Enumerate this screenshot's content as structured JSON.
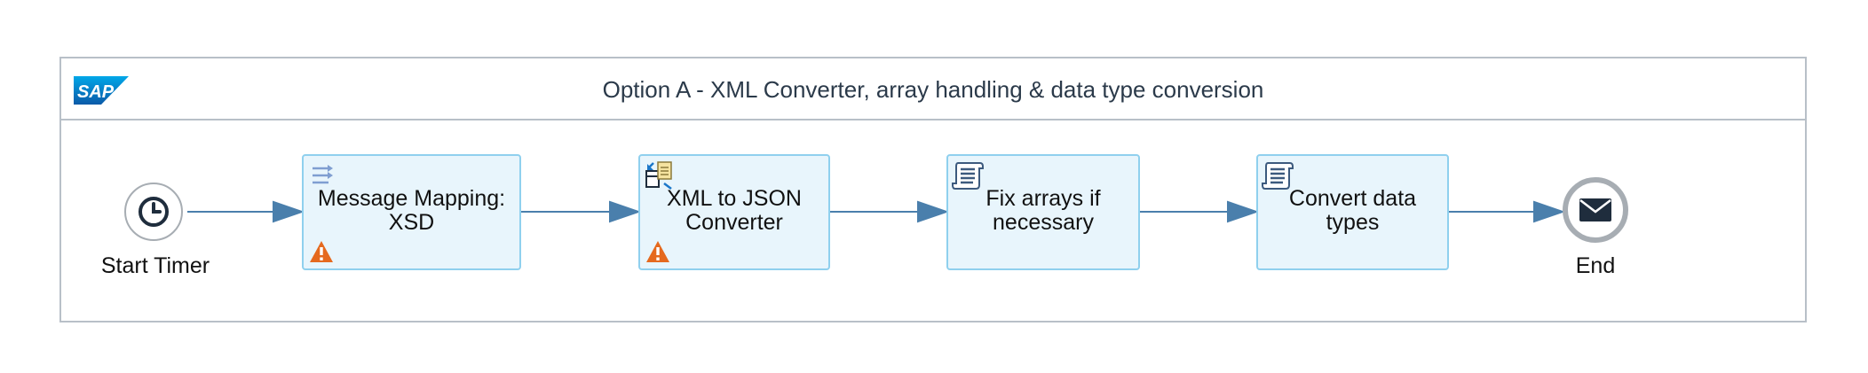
{
  "pool": {
    "title": "Option A - XML Converter, array handling & data type conversion",
    "logo_text": "SAP"
  },
  "events": {
    "start": {
      "label": "Start Timer",
      "icon": "clock-icon"
    },
    "end": {
      "label": "End",
      "icon": "envelope-icon"
    }
  },
  "tasks": [
    {
      "label": "Message Mapping:\nXSD",
      "icon": "mapping-icon",
      "warning": true
    },
    {
      "label": "XML to JSON\nConverter",
      "icon": "converter-icon",
      "warning": true
    },
    {
      "label": "Fix arrays if\nnecessary",
      "icon": "script-icon",
      "warning": false
    },
    {
      "label": "Convert data\ntypes",
      "icon": "script-icon",
      "warning": false
    }
  ],
  "colors": {
    "flow": "#4a7fac",
    "task_fill": "#e8f5fc",
    "task_border": "#8fd0ee",
    "warning": "#e5691e",
    "sap_blue": "#1b77c9"
  }
}
